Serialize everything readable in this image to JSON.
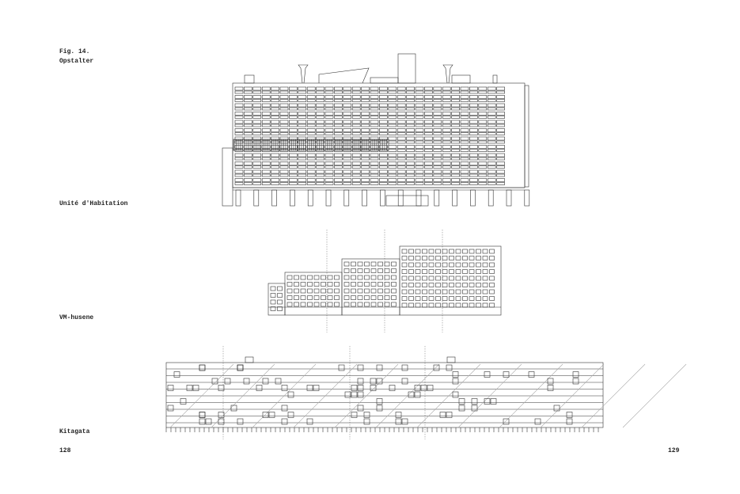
{
  "figure": {
    "number": "Fig. 14.",
    "title": "Opstalter"
  },
  "drawings": [
    {
      "label": "Unité d'Habitation"
    },
    {
      "label": "VM-husene"
    },
    {
      "label": "Kitagata"
    }
  ],
  "page_numbers": {
    "left": "128",
    "right": "129"
  },
  "colors": {
    "line": "#333333",
    "grey_line": "#aaaaaa"
  }
}
